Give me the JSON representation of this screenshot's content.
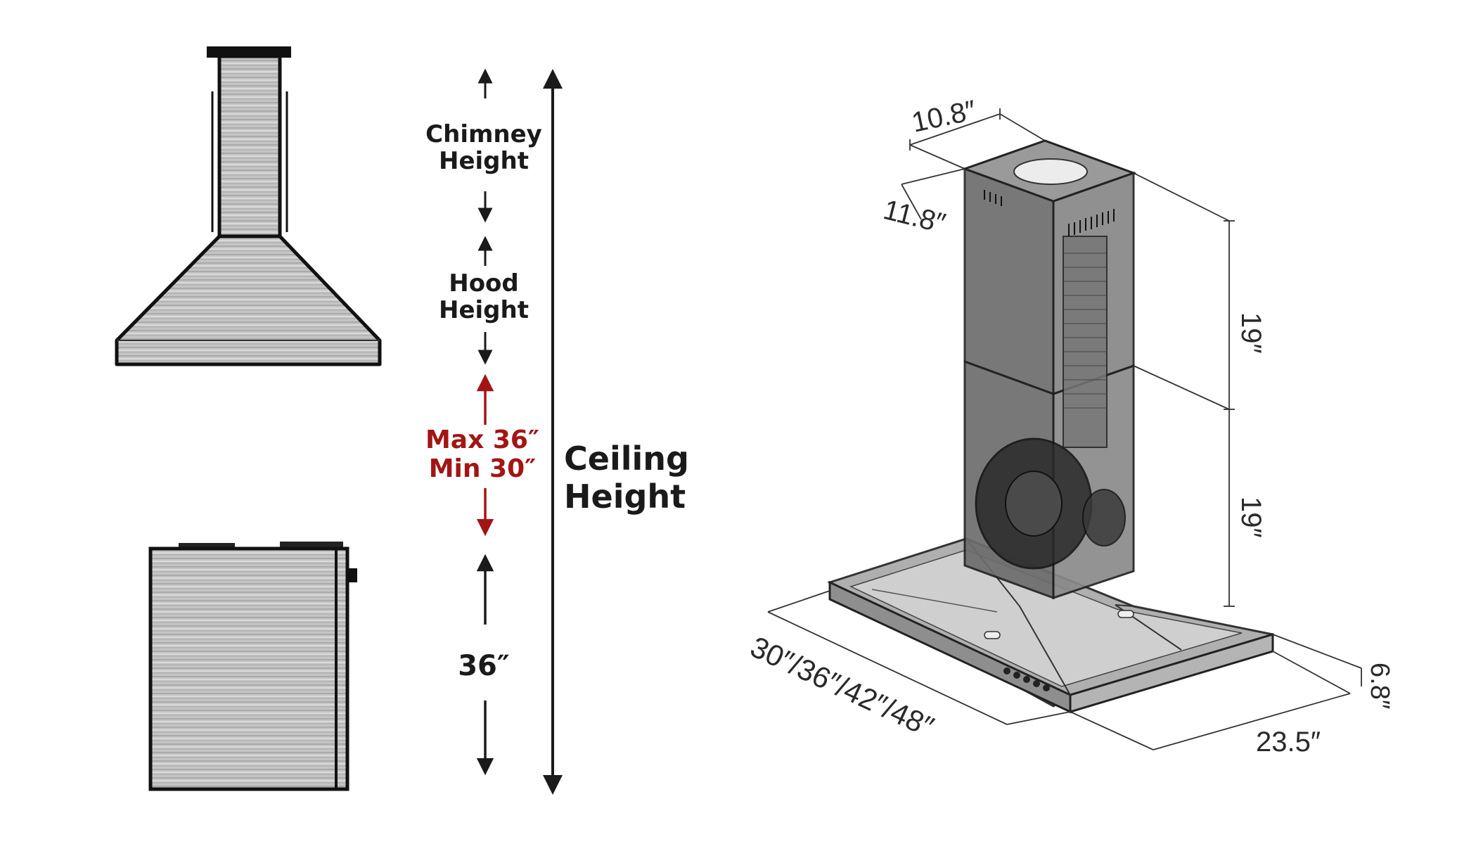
{
  "diagram": {
    "left_labels": {
      "chimney_line1": "Chimney",
      "chimney_line2": "Height",
      "hood_line1": "Hood",
      "hood_line2": "Height",
      "gap_max": "Max 36″",
      "gap_min": "Min 30″",
      "counter_height": "36″",
      "ceiling_line1": "Ceiling",
      "ceiling_line2": "Height"
    },
    "dimensions": {
      "chimney_width": "10.8″",
      "chimney_depth": "11.8″",
      "upper_chimney_height": "19″",
      "lower_chimney_height": "19″",
      "hood_widths": "30″/36″/42″/48″",
      "hood_depth": "23.5″",
      "hood_height": "6.8″"
    }
  },
  "colors": {
    "arrow": "#1a1a1a",
    "accent_red": "#a31515",
    "steel": "#bdbdbd",
    "outline": "#111111"
  }
}
